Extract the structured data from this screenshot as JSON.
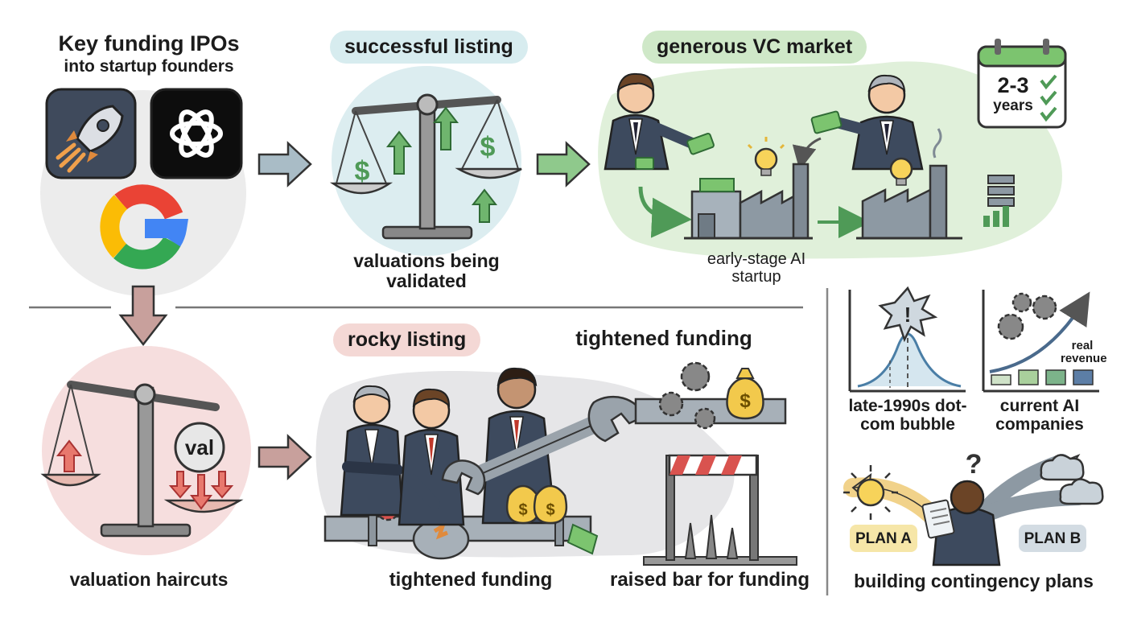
{
  "intro": {
    "title": "Key funding IPOs",
    "subtitle": "into startup founders"
  },
  "top": {
    "success_pill": "successful listing",
    "valuations_validated": "valuations being validated",
    "vc_pill": "generous VC market",
    "timeframe": "2-3",
    "timeframe_unit": "years",
    "startup_label": "early-stage AI startup"
  },
  "bottom": {
    "haircuts": "valuation haircuts",
    "val_badge": "val",
    "rocky_pill": "rocky listing",
    "tightened_heading": "tightened funding",
    "tightened_caption": "tightened funding",
    "raised_bar": "raised bar for funding"
  },
  "side": {
    "bubble_label": "late-1990s dot-com bubble",
    "current_label": "current AI companies",
    "revenue_label": "real revenue",
    "plan_a": "PLAN A",
    "plan_b": "PLAN B",
    "contingency": "building contingency plans"
  },
  "colors": {
    "arrow_blue": "#a9bcc6",
    "arrow_green": "#8fc98c",
    "arrow_red": "#c8a09c",
    "green_up": "#4f9a57",
    "red_down": "#d9534f",
    "google_blue": "#4285f4",
    "google_red": "#ea4335",
    "google_yellow": "#fbbc05",
    "google_green": "#34a853"
  }
}
